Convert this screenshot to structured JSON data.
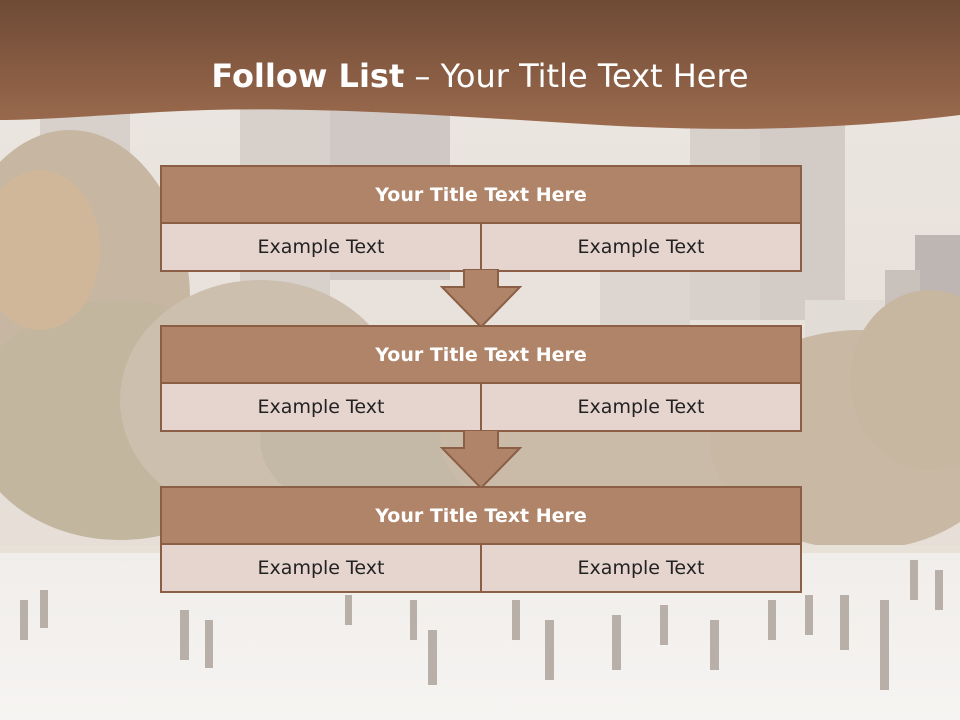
{
  "slide": {
    "title_bold": "Follow List",
    "title_rest": " – Your Title Text Here",
    "colors": {
      "header_brown": "#8c5b3f",
      "box_brown": "#b08468",
      "cell_bg": "#e6d5cf",
      "border": "#8a5f45"
    }
  },
  "blocks": [
    {
      "title": "Your Title Text Here",
      "left": "Example Text",
      "right": "Example Text"
    },
    {
      "title": "Your Title Text Here",
      "left": "Example Text",
      "right": "Example Text"
    },
    {
      "title": "Your Title Text Here",
      "left": "Example Text",
      "right": "Example Text"
    }
  ]
}
